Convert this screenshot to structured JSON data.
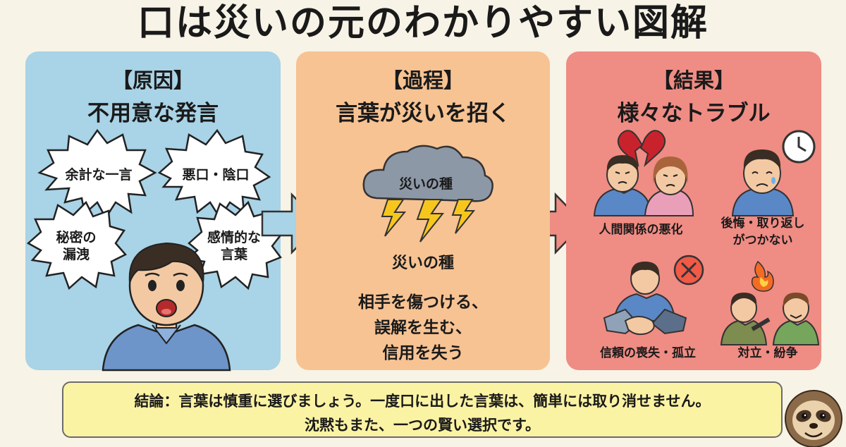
{
  "title": "口は災いの元のわかりやすい図解",
  "cause": {
    "header": "【原因】",
    "subheader": "不用意な発言",
    "bubbles": [
      "余計な一言",
      "悪口・陰口",
      "秘密の\n漏洩",
      "感情的な\n言葉"
    ]
  },
  "process": {
    "header": "【過程】",
    "subheader": "言葉が災いを招く",
    "cloud_label": "災いの種",
    "caption": "災いの種",
    "description": [
      "相手を傷つける、",
      "誤解を生む、",
      "信用を失う"
    ]
  },
  "result": {
    "header": "【結果】",
    "subheader": "様々なトラブル",
    "items": [
      "人間関係の悪化",
      "後悔・取り返し\nがつかない",
      "信頼の喪失・孤立",
      "対立・紛争"
    ]
  },
  "conclusion": {
    "line1": "結論：言葉は慎重に選びましょう。一度口に出した言葉は、簡単には取り消せません。",
    "line2": "沈黙もまた、一つの賢い選択です。"
  },
  "colors": {
    "cause_bg": "#a9d3e6",
    "process_bg": "#f7c393",
    "result_bg": "#ef8c84",
    "conclusion_bg": "#fbf3a4",
    "arrow_blue": "#a9d3e6",
    "arrow_red": "#ef8c84"
  }
}
